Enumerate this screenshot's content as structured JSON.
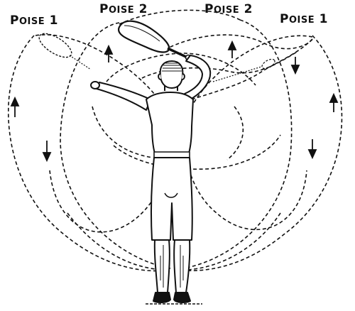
{
  "labels": {
    "poise1_left": "Poise 1",
    "poise2_left": "Poise 2",
    "poise2_right": "Poise 2",
    "poise1_right": "Poise 1"
  },
  "colors": {
    "ink": "#111111",
    "paper": "#ffffff"
  },
  "figure": {
    "subject": "man-swinging-indian-club-back-view",
    "path_style": "dashed-circular-arcs",
    "arrows": [
      "up",
      "down",
      "up",
      "up",
      "down",
      "up",
      "down"
    ]
  }
}
